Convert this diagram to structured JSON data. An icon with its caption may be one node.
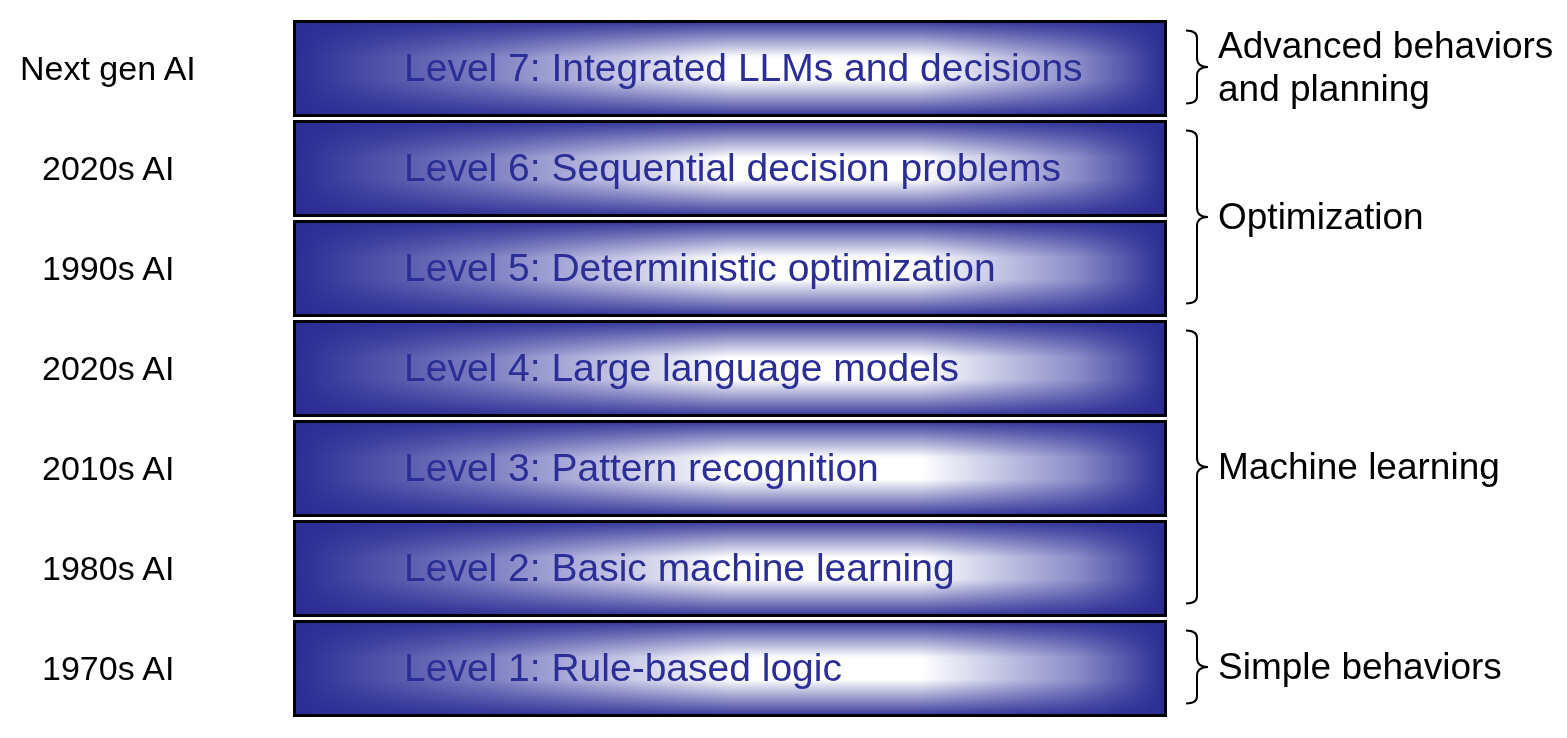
{
  "diagram": {
    "nodes": [
      {
        "text": [
          "Level 7: Integrated LLMs and decisions"
        ],
        "beside": [
          "Next gen AI"
        ]
      },
      {
        "text": [
          "Level 6: Sequential decision problems"
        ],
        "beside": [
          "2020s AI"
        ]
      },
      {
        "text": [
          "Level 5: Deterministic optimization"
        ],
        "beside": [
          "1990s AI"
        ]
      },
      {
        "text": [
          "Level 4: Large language models"
        ],
        "beside": [
          "2020s AI"
        ]
      },
      {
        "text": [
          "Level 3: Pattern recognition"
        ],
        "beside": [
          "2010s AI"
        ]
      },
      {
        "text": [
          "Level 2: Basic machine learning"
        ],
        "beside": [
          "1980s AI"
        ]
      },
      {
        "text": [
          "Level 1: Rule-based logic"
        ],
        "beside": [
          "1970s AI"
        ]
      }
    ],
    "edges": [],
    "labels": [
      "Advanced behaviors and planning",
      "Optimization",
      "Machine learning",
      "Simple behaviors"
    ]
  }
}
